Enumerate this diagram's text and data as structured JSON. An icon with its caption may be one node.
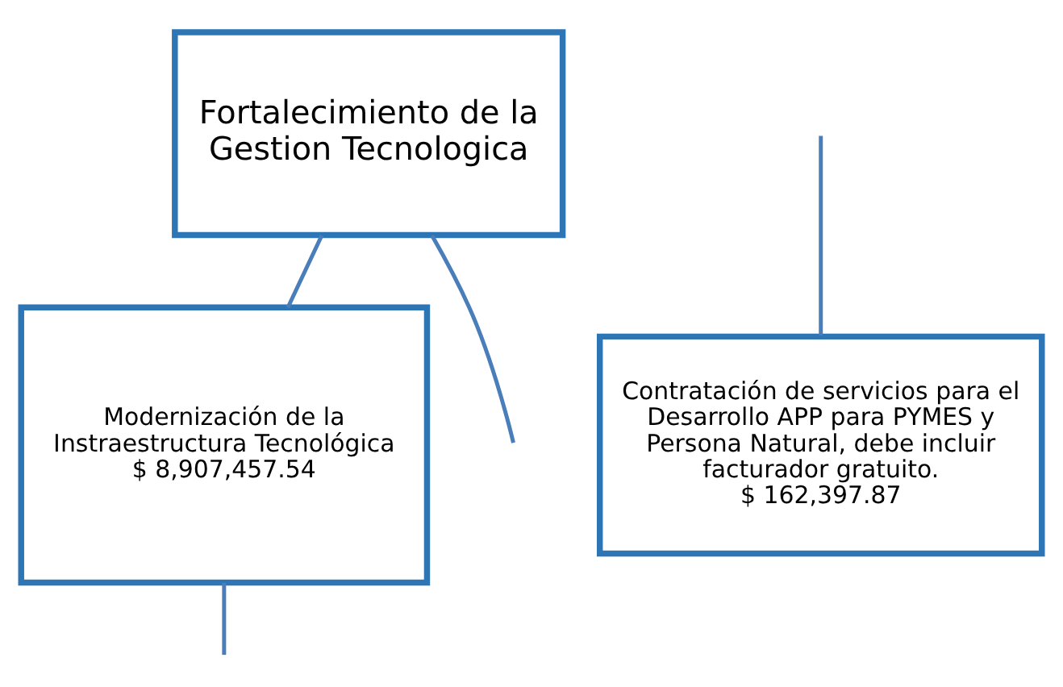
{
  "diagram": {
    "nodes": [
      {
        "text": [
          "Fortalecimiento de la Gestion Tecnologica"
        ]
      },
      {
        "text": [
          "Modernización de la Instraestructura Tecnológica",
          "$ 8,907,457.54"
        ]
      },
      {
        "text": [
          "Contratación de servicios para el Desarrollo APP para PYMES y Persona Natural, debe incluir facturador gratuito.",
          "$ 162,397.87"
        ]
      }
    ],
    "edges": [
      {
        "from": 0,
        "to": 1,
        "arrow": "none"
      },
      {
        "from": 0,
        "to": null,
        "arrow": "none"
      },
      {
        "from": null,
        "to": 2,
        "arrow": "none"
      },
      {
        "from": 1,
        "to": null,
        "arrow": "none"
      }
    ]
  }
}
